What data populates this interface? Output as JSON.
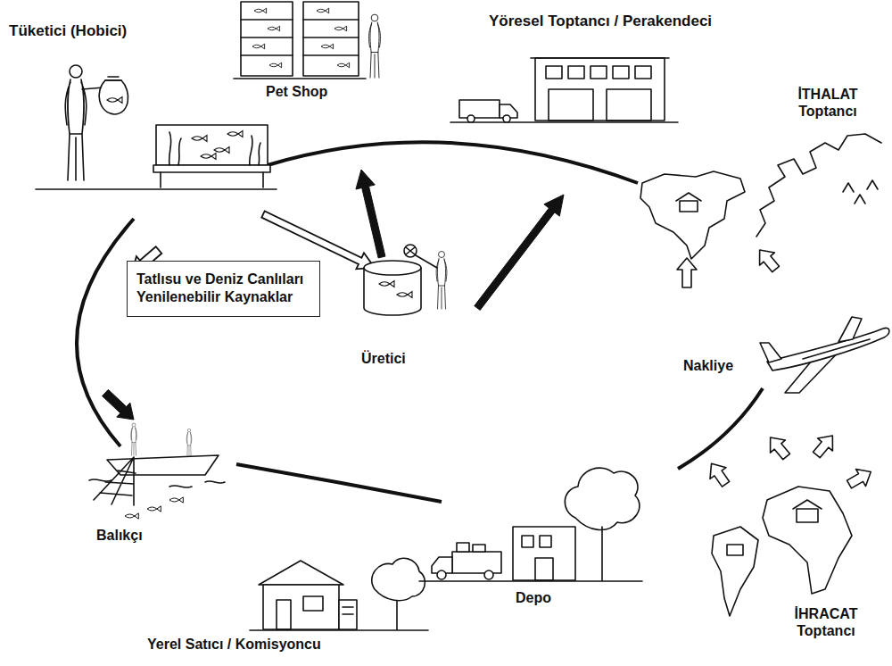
{
  "diagram": {
    "nodes": [
      {
        "text": [
          "Tatlısu ve Deniz Canlıları Yenilenebilir Kaynaklar"
        ]
      }
    ],
    "labels": [
      "Tüketici (Hobici)",
      "Pet Shop",
      "Yöresel Toptancı / Perakendeci",
      "İTHALAT Toptancı",
      "Üretici",
      "Nakliye",
      "Balıkçı",
      "Depo",
      "İHRACAT Toptancı",
      "Yerel Satıcı / Komisyoncu"
    ]
  }
}
